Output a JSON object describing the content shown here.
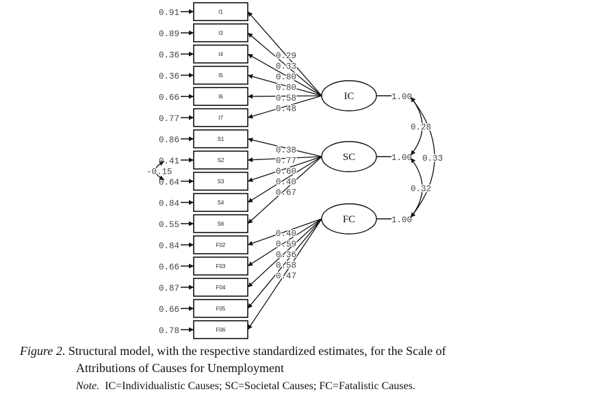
{
  "diagram": {
    "items": [
      {
        "label": "I1",
        "error": "0.91",
        "factor": "IC",
        "loading": "0.29"
      },
      {
        "label": "I3",
        "error": "0.89",
        "factor": "IC",
        "loading": "0.33"
      },
      {
        "label": "I4",
        "error": "0.36",
        "factor": "IC",
        "loading": "0.80"
      },
      {
        "label": "I5",
        "error": "0.36",
        "factor": "IC",
        "loading": "0.80"
      },
      {
        "label": "I6",
        "error": "0.66",
        "factor": "IC",
        "loading": "0.58"
      },
      {
        "label": "I7",
        "error": "0.77",
        "factor": "IC",
        "loading": "0.48"
      },
      {
        "label": "S1",
        "error": "0.86",
        "factor": "SC",
        "loading": "0.38"
      },
      {
        "label": "S2",
        "error": "0.41",
        "factor": "SC",
        "loading": "0.77"
      },
      {
        "label": "S3",
        "error": "0.64",
        "factor": "SC",
        "loading": "0.60"
      },
      {
        "label": "S4",
        "error": "0.84",
        "factor": "SC",
        "loading": "0.40"
      },
      {
        "label": "S6",
        "error": "0.55",
        "factor": "SC",
        "loading": "0.67"
      },
      {
        "label": "F02",
        "error": "0.84",
        "factor": "FC",
        "loading": "0.40"
      },
      {
        "label": "F03",
        "error": "0.66",
        "factor": "FC",
        "loading": "0.59"
      },
      {
        "label": "F04",
        "error": "0.87",
        "factor": "FC",
        "loading": "0.36"
      },
      {
        "label": "F05",
        "error": "0.66",
        "factor": "FC",
        "loading": "0.58"
      },
      {
        "label": "F06",
        "error": "0.78",
        "factor": "FC",
        "loading": "0.47"
      }
    ],
    "factors": [
      {
        "id": "IC",
        "variance": "1.00"
      },
      {
        "id": "SC",
        "variance": "1.00"
      },
      {
        "id": "FC",
        "variance": "1.00"
      }
    ],
    "factor_covariances": [
      {
        "from": "IC",
        "to": "SC",
        "value": "0.28"
      },
      {
        "from": "SC",
        "to": "FC",
        "value": "0.32"
      },
      {
        "from": "IC",
        "to": "FC",
        "value": "0.33"
      }
    ],
    "error_covariances": [
      {
        "from": "S2",
        "to": "S3",
        "value": "-0.15"
      }
    ]
  },
  "caption": {
    "figure_label": "Figure 2",
    "text_line1": ". Structural model, with the respective standardized estimates, for the Scale of",
    "text_line2": "Attributions of Causes for Unemployment",
    "note_label": "Note.",
    "note_text": "IC=Individualistic Causes; SC=Societal Causes; FC=Fatalistic Causes."
  }
}
